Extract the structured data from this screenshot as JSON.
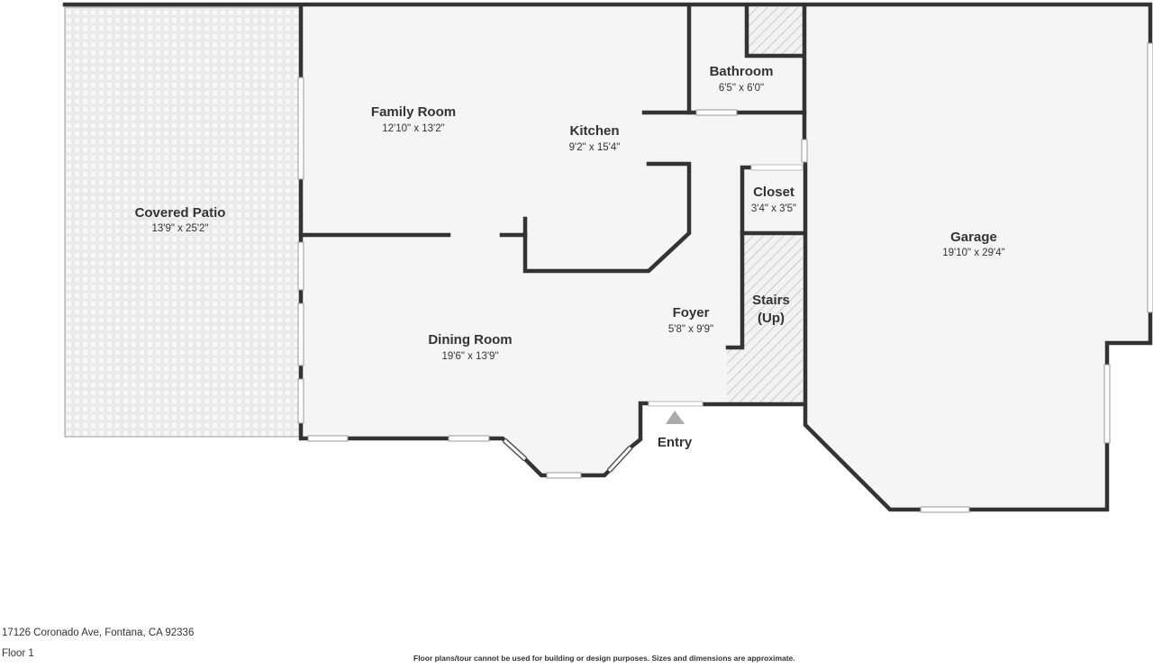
{
  "colors": {
    "wall": "#333333",
    "floor": "#f5f5f5",
    "patio": "#ebebeb",
    "window": "#ffffff",
    "stairs_hatch": "#bdbdbd",
    "entry_arrow": "#aaaaaa"
  },
  "rooms": {
    "covered_patio": {
      "name": "Covered Patio",
      "dims": "13'9\" x 25'2\""
    },
    "family_room": {
      "name": "Family Room",
      "dims": "12'10\" x 13'2\""
    },
    "kitchen": {
      "name": "Kitchen",
      "dims": "9'2\" x 15'4\""
    },
    "bathroom": {
      "name": "Bathroom",
      "dims": "6'5\" x 6'0\""
    },
    "closet": {
      "name": "Closet",
      "dims": "3'4\" x 3'5\""
    },
    "stairs": {
      "name_line1": "Stairs",
      "name_line2": "(Up)"
    },
    "foyer": {
      "name": "Foyer",
      "dims": "5'8\" x 9'9\""
    },
    "dining_room": {
      "name": "Dining Room",
      "dims": "19'6\" x 13'9\""
    },
    "garage": {
      "name": "Garage",
      "dims": "19'10\" x 29'4\""
    }
  },
  "entry": {
    "label": "Entry"
  },
  "footer": {
    "address": "17126 Coronado Ave, Fontana, CA 92336",
    "floor": "Floor 1",
    "disclaimer": "Floor plans/tour cannot be used for building or design purposes. Sizes and dimensions are approximate."
  }
}
